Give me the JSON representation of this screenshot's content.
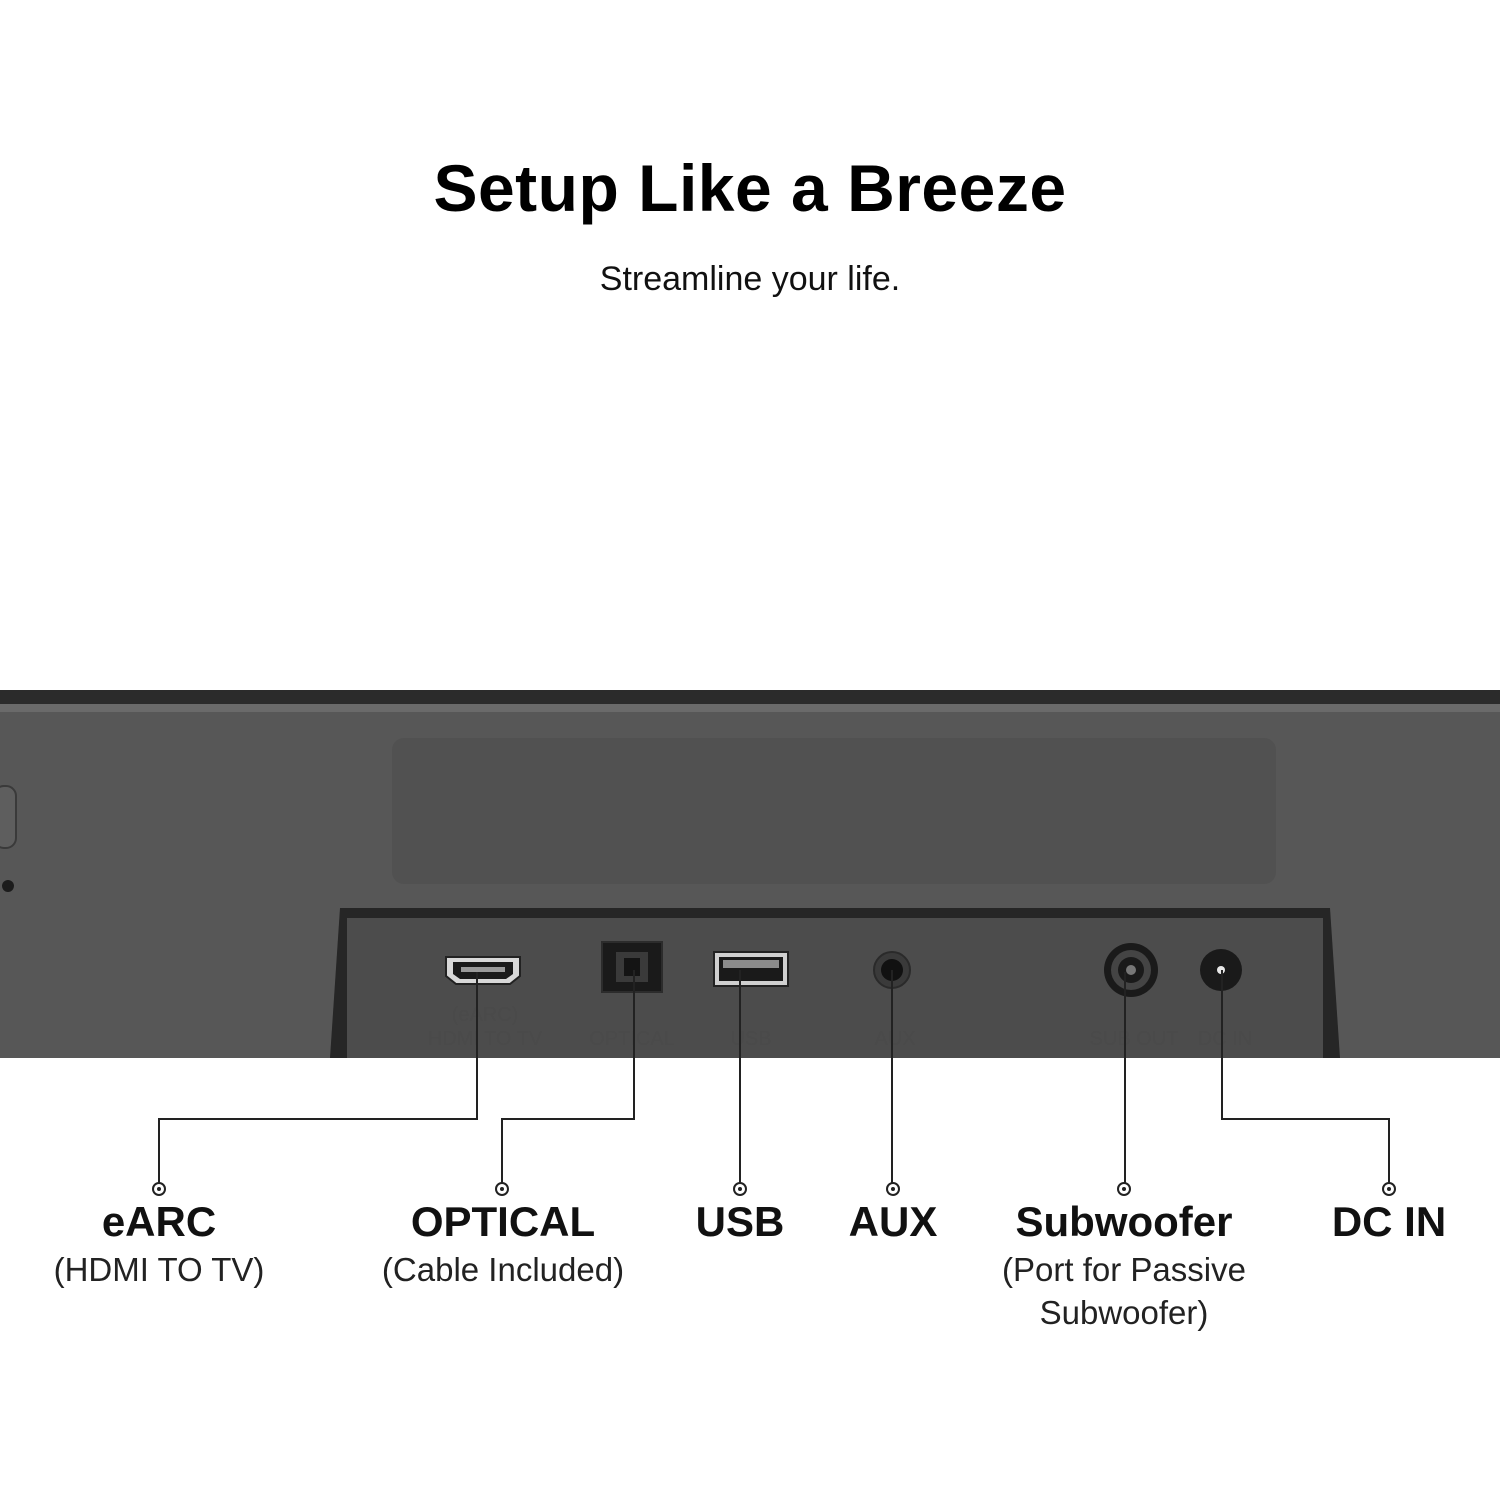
{
  "header": {
    "title": "Setup Like a Breeze",
    "subtitle": "Streamline your life."
  },
  "panel_labels": {
    "earc_top": "(eARC)",
    "hdmi": "HDMI TO TV",
    "optical": "OPTICAL",
    "usb": "USB",
    "aux": "AUX",
    "sub_out": "SUB OUT",
    "dc_in": "DC IN"
  },
  "ports": [
    {
      "name": "eARC",
      "desc": "(HDMI TO TV)"
    },
    {
      "name": "OPTICAL",
      "desc": "(Cable Included)"
    },
    {
      "name": "USB",
      "desc": ""
    },
    {
      "name": "AUX",
      "desc": ""
    },
    {
      "name": "Subwoofer",
      "desc": "(Port for Passive Subwoofer)"
    },
    {
      "name": "DC IN",
      "desc": ""
    }
  ],
  "colors": {
    "device_body": "#575757",
    "device_top": "#2e2e2e",
    "recess": "#4c4c4c",
    "port_dark": "#1a1a1a"
  }
}
